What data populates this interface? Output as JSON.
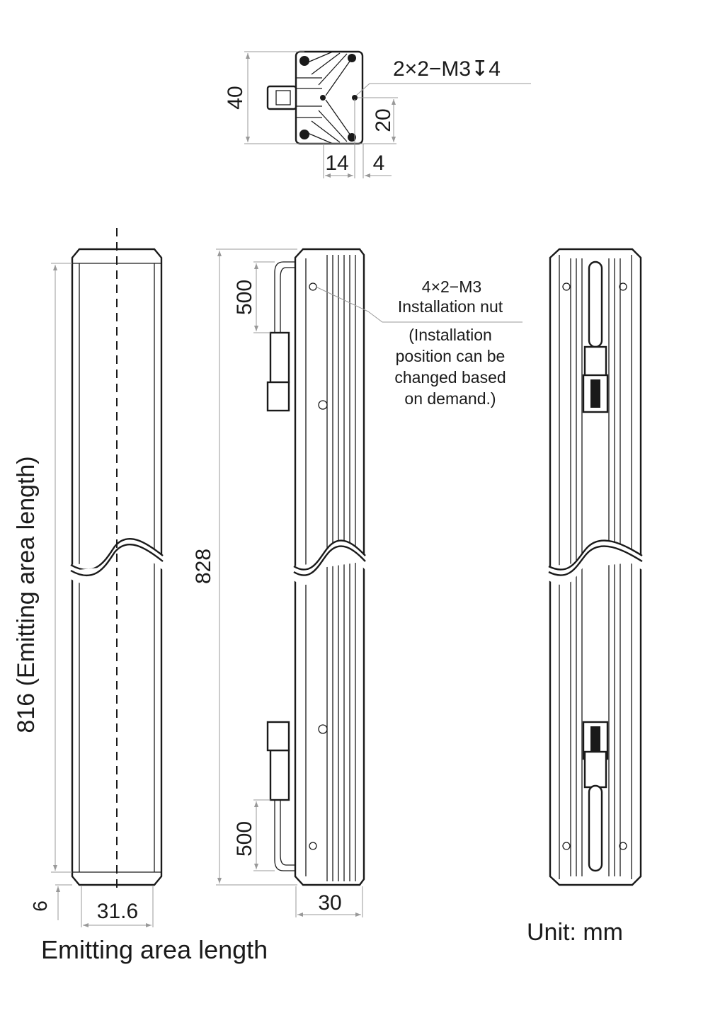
{
  "top_view": {
    "dim_height": "40",
    "dim_offset": "20",
    "dim_hole_spacing": "14",
    "dim_edge": "4",
    "hole_label": "2×2−M3↧4"
  },
  "front_view": {
    "dim_emitting_length": "816 (Emitting area length)",
    "dim_end": "6",
    "dim_width": "31.6",
    "caption": "Emitting area length"
  },
  "side_view": {
    "dim_total_length": "828",
    "dim_cable_top": "500",
    "dim_cable_bottom": "500",
    "dim_depth": "30",
    "nut_label": "4×2−M3",
    "nut_title": "Installation nut",
    "note_lines": [
      "(Installation",
      "position can be",
      "changed based",
      "on demand.)"
    ]
  },
  "unit_label": "Unit: mm"
}
